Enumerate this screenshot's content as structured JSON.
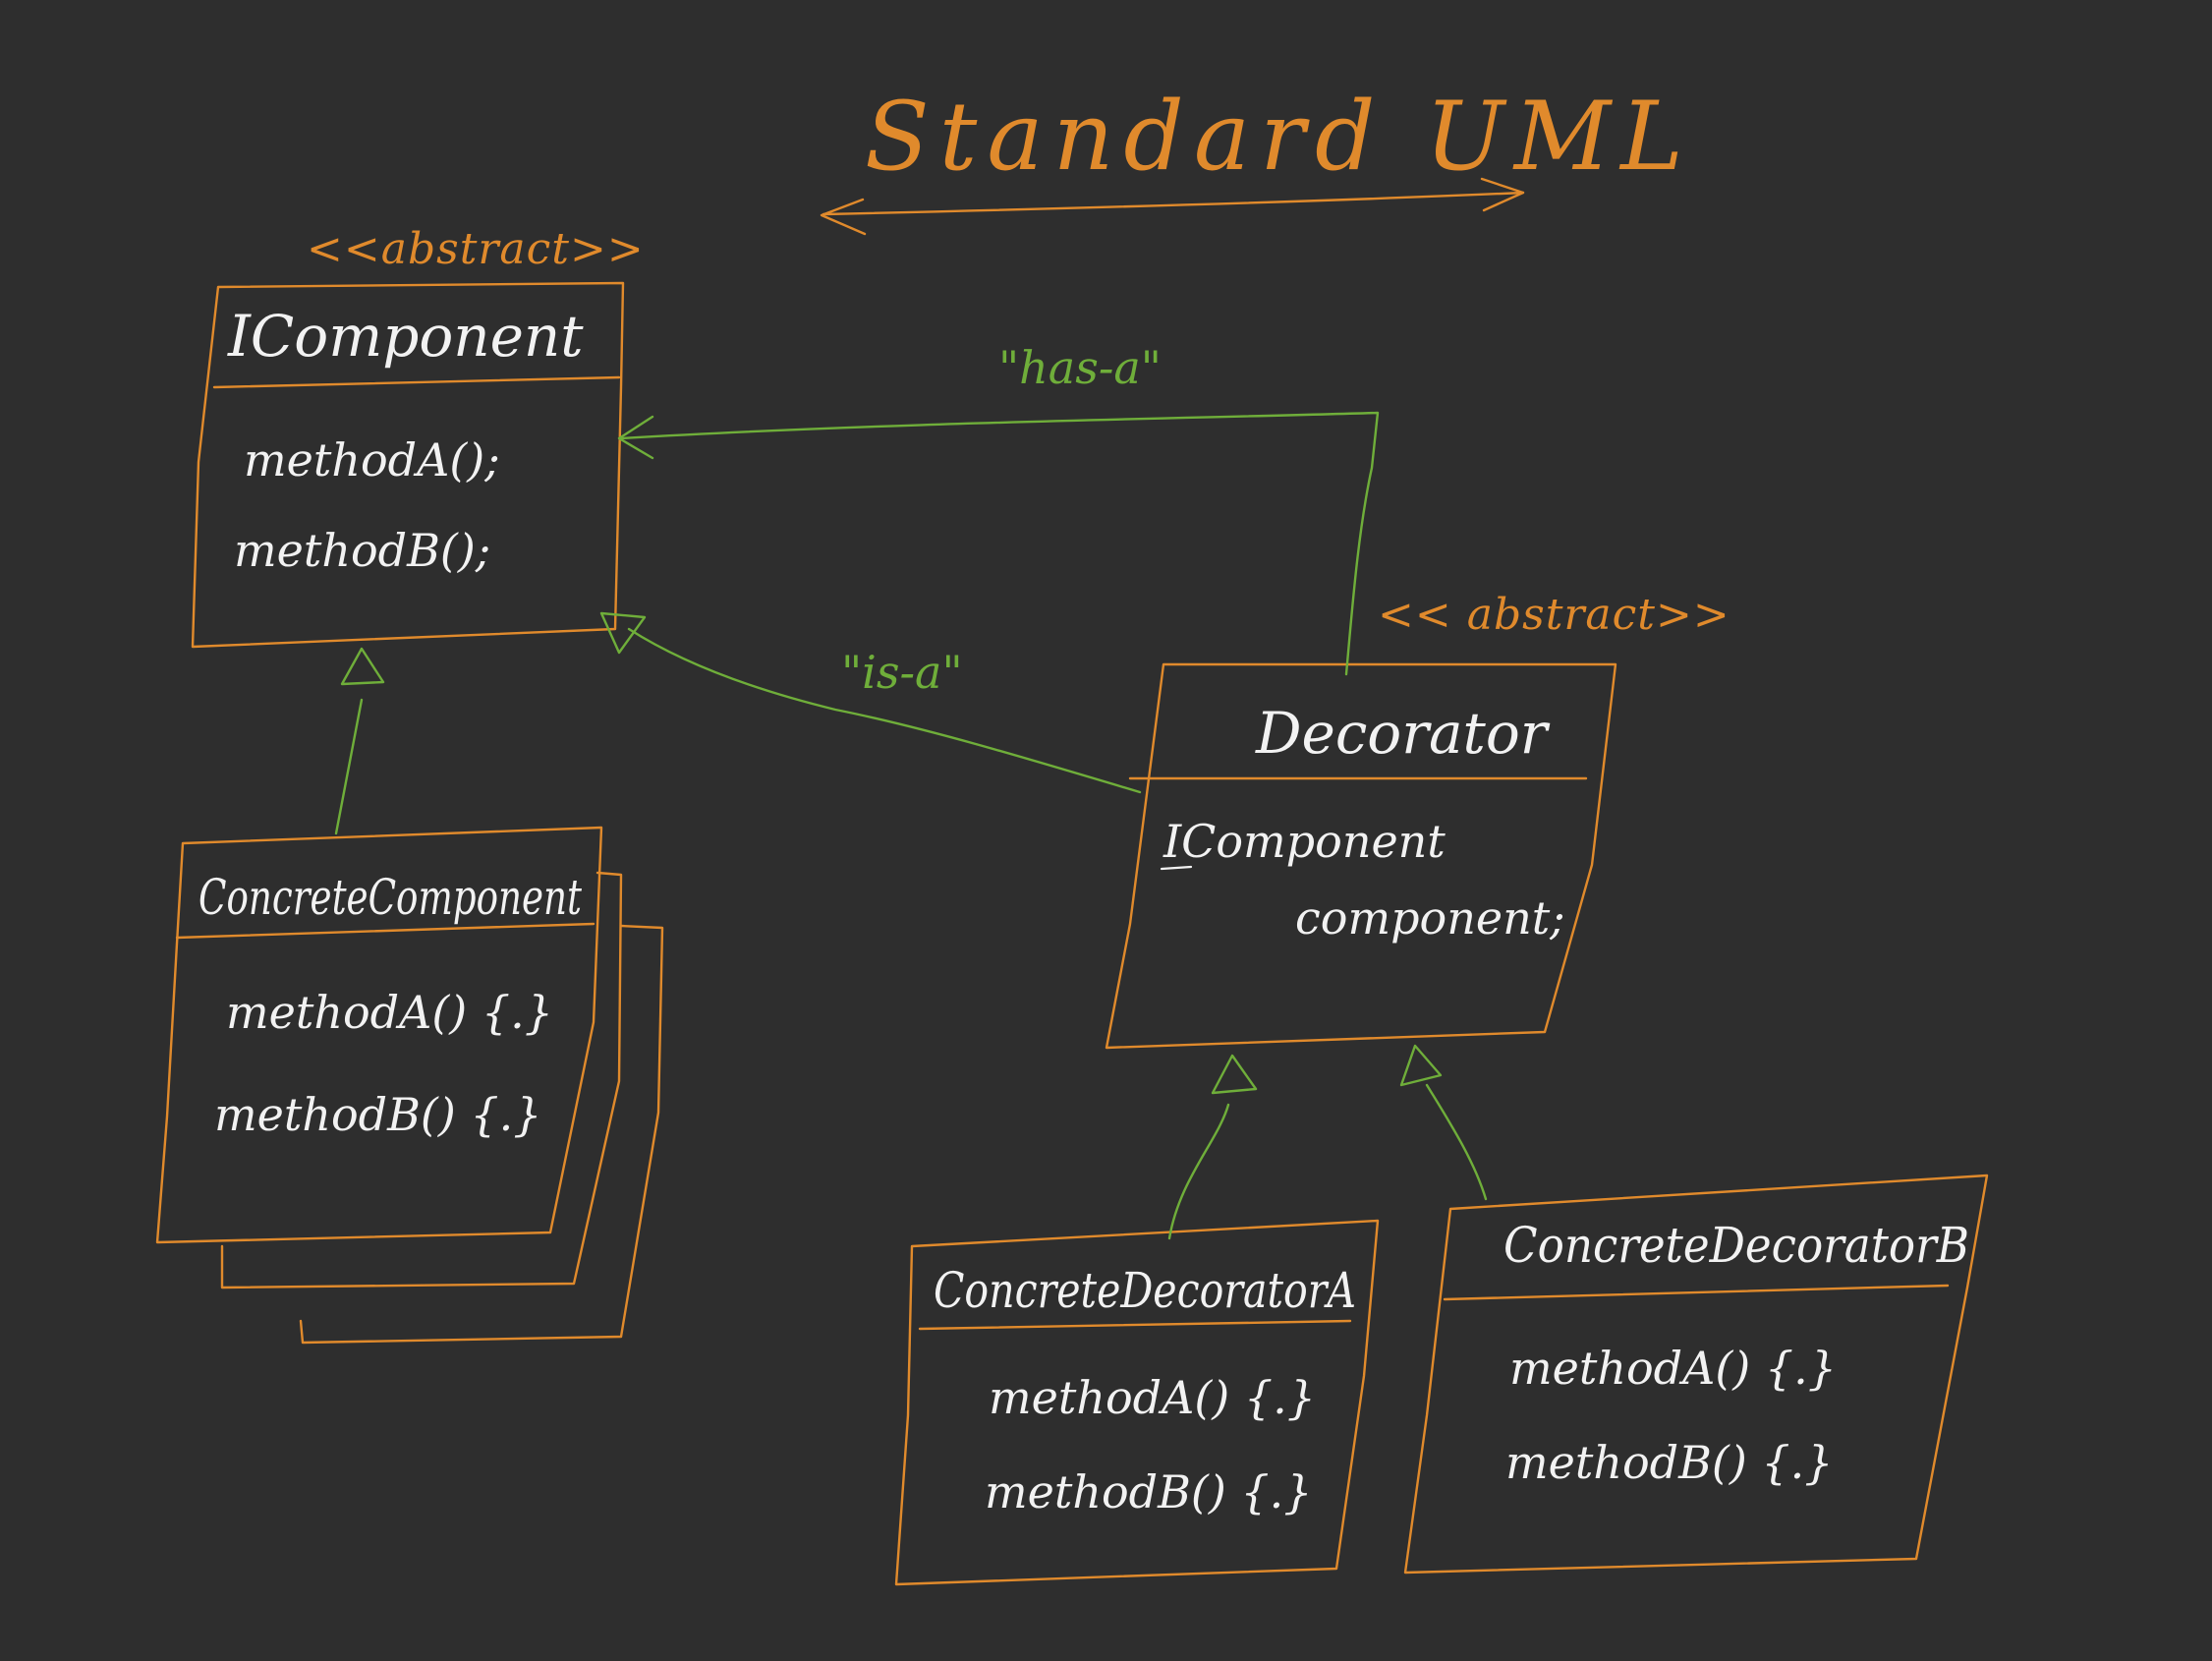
{
  "diagram": {
    "title": "Standard UML",
    "classes": {
      "icomponent": {
        "stereotype": "<<abstract>>",
        "name": "IComponent",
        "members": [
          "methodA();",
          "methodB();"
        ]
      },
      "concrete_component": {
        "name": "ConcreteComponent",
        "members": [
          "methodA() {.}",
          "methodB() {.}"
        ]
      },
      "decorator": {
        "stereotype": "<< abstract>>",
        "name": "Decorator",
        "members": [
          "IComponent",
          "component;"
        ]
      },
      "concrete_decorator_a": {
        "name": "ConcreteDecoratorA",
        "members": [
          "methodA() {.}",
          "methodB() {.}"
        ]
      },
      "concrete_decorator_b": {
        "name": "ConcreteDecoratorB",
        "members": [
          "methodA() {.}",
          "methodB() {.}"
        ]
      }
    },
    "relations": {
      "has_a": "\"has-a\"",
      "is_a": "\"is-a\""
    },
    "colors": {
      "background": "#2e2e2e",
      "accent_orange": "#e08a2c",
      "relation_green": "#6fae3a",
      "text_white": "#f2f2f2"
    }
  }
}
